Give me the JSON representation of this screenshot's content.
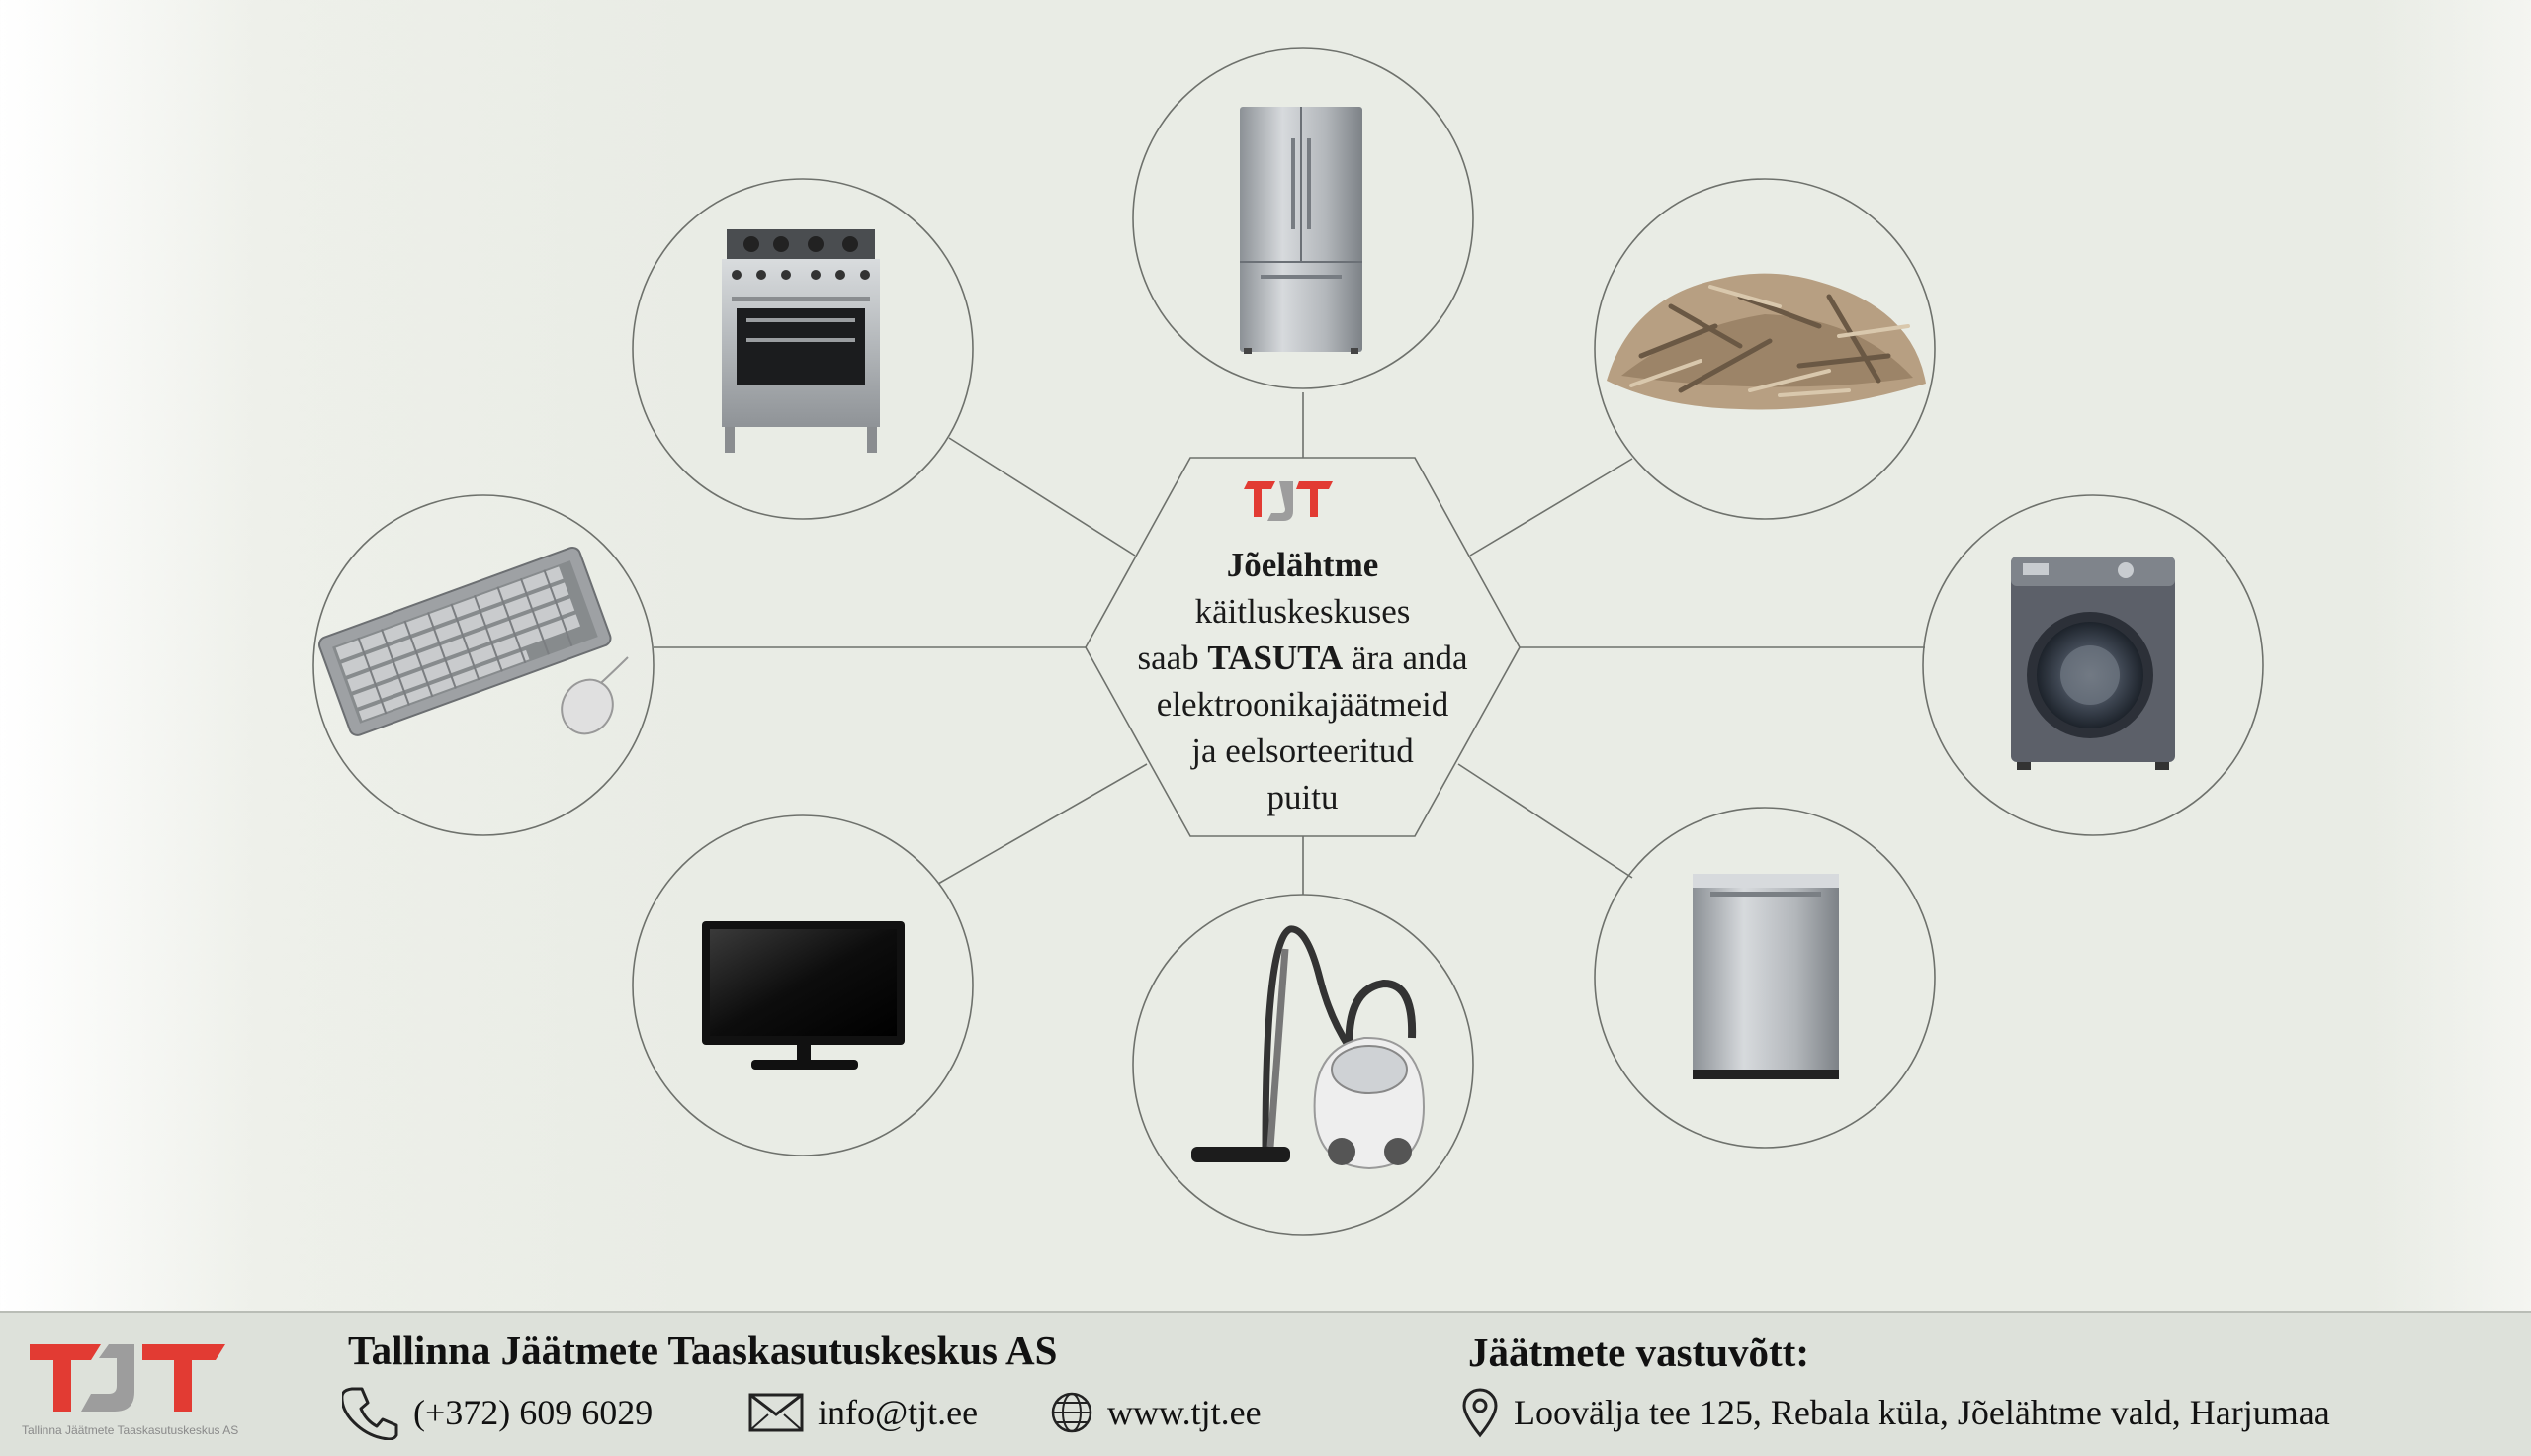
{
  "brand": {
    "logo_text": "TJT",
    "red": "#e23b33",
    "gray": "#9d9d9d"
  },
  "hub": {
    "line1_bold": "Jõelähtme",
    "line2": "käitluskeskuses",
    "line3_pre": "saab ",
    "line3_bold": "TASUTA",
    "line3_post": " ära anda",
    "line4": "elektroonikajäätmeid",
    "line5": "ja eelsorteeritud",
    "line6": "puitu"
  },
  "items": [
    {
      "icon": "refrigerator-icon"
    },
    {
      "icon": "wood-waste-pile-icon"
    },
    {
      "icon": "washing-machine-icon"
    },
    {
      "icon": "dishwasher-icon"
    },
    {
      "icon": "vacuum-cleaner-icon"
    },
    {
      "icon": "tv-monitor-icon"
    },
    {
      "icon": "keyboard-mouse-icon"
    },
    {
      "icon": "gas-stove-icon"
    }
  ],
  "footer": {
    "company_name": "Tallinna Jäätmete Taaskasutuskeskus AS",
    "logo_tagline": "Tallinna Jäätmete Taaskasutuskeskus AS",
    "phone": "(+372) 609 6029",
    "email": "info@tjt.ee",
    "website": "www.tjt.ee",
    "reception_title": "Jäätmete vastuvõtt:",
    "address": "Loovälja tee 125, Rebala küla, Jõelähtme vald, Harjumaa"
  }
}
